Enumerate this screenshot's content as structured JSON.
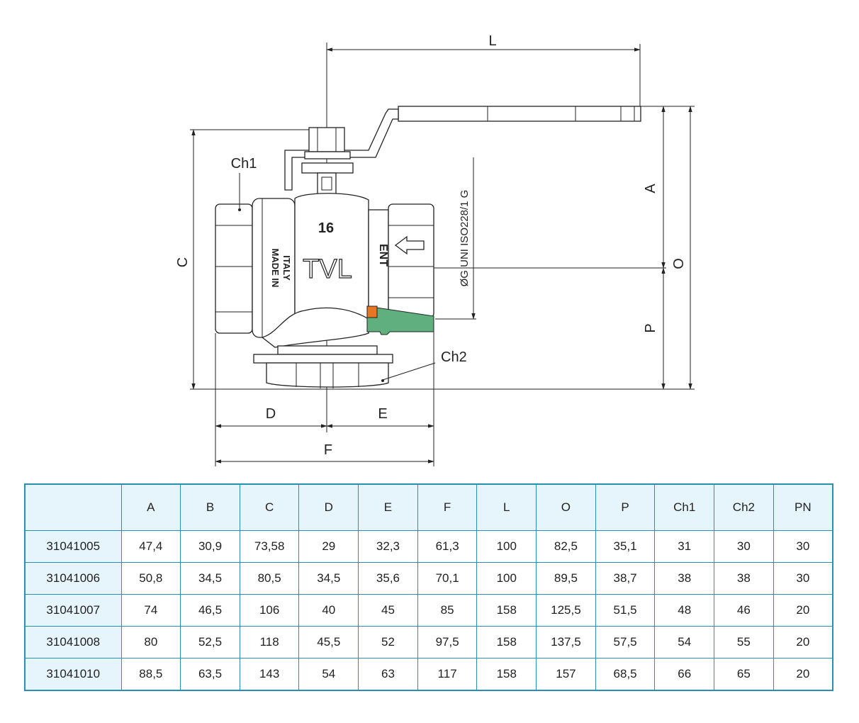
{
  "drawing": {
    "dims": {
      "L": "L",
      "A": "A",
      "O": "O",
      "P": "P",
      "C": "C",
      "D": "D",
      "E": "E",
      "F": "F",
      "Ch1": "Ch1",
      "Ch2": "Ch2"
    },
    "marks": {
      "pressure": "16",
      "brand": "TVL",
      "made_in_line1": "MADE IN",
      "made_in_line2": "ITALY",
      "vent": "ENT",
      "thread_spec": "ØG UNI ISO228/1 G"
    },
    "colors": {
      "green": "#5faf7f",
      "orange": "#e87722",
      "line": "#222222",
      "table_border": "#2a8fb3",
      "table_fill": "#e6f5fb"
    }
  },
  "table": {
    "headers": [
      "",
      "A",
      "B",
      "C",
      "D",
      "E",
      "F",
      "L",
      "O",
      "P",
      "Ch1",
      "Ch2",
      "PN"
    ],
    "rows": [
      [
        "31041005",
        "47,4",
        "30,9",
        "73,58",
        "29",
        "32,3",
        "61,3",
        "100",
        "82,5",
        "35,1",
        "31",
        "30",
        "30"
      ],
      [
        "31041006",
        "50,8",
        "34,5",
        "80,5",
        "34,5",
        "35,6",
        "70,1",
        "100",
        "89,5",
        "38,7",
        "38",
        "38",
        "30"
      ],
      [
        "31041007",
        "74",
        "46,5",
        "106",
        "40",
        "45",
        "85",
        "158",
        "125,5",
        "51,5",
        "48",
        "46",
        "20"
      ],
      [
        "31041008",
        "80",
        "52,5",
        "118",
        "45,5",
        "52",
        "97,5",
        "158",
        "137,5",
        "57,5",
        "54",
        "55",
        "20"
      ],
      [
        "31041010",
        "88,5",
        "63,5",
        "143",
        "54",
        "63",
        "117",
        "158",
        "157",
        "68,5",
        "66",
        "65",
        "20"
      ]
    ]
  }
}
